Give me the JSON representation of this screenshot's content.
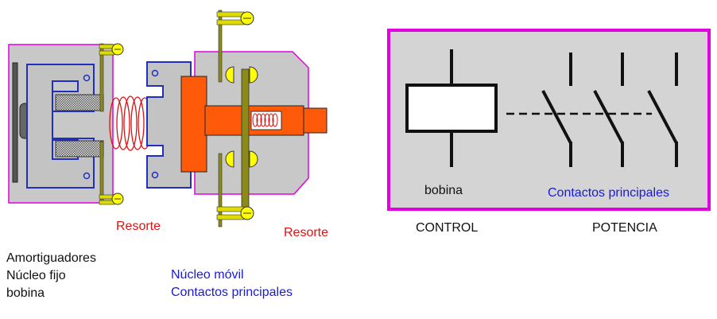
{
  "labels": {
    "resorte_left": "Resorte",
    "resorte_right": "Resorte",
    "control": "CONTROL",
    "potencia": "POTENCIA",
    "bobina_symbol": "bobina",
    "contactos_symbol": "Contactos principales"
  },
  "legend": {
    "fixed": [
      "Amortiguadores",
      "Núcleo fijo",
      "bobina"
    ],
    "mobile": [
      "Núcleo móvil",
      "Contactos principales"
    ]
  },
  "colors": {
    "magenta": "#e000e0",
    "gray": "#c8c8c8",
    "blue_outline": "#1f2fc0",
    "orange": "#ff5a0a",
    "spring_red": "#dd1010",
    "olive": "#8c8a18",
    "yellow": "#ffff00",
    "text_red": "#e01010",
    "text_blue": "#1a1ad6"
  }
}
